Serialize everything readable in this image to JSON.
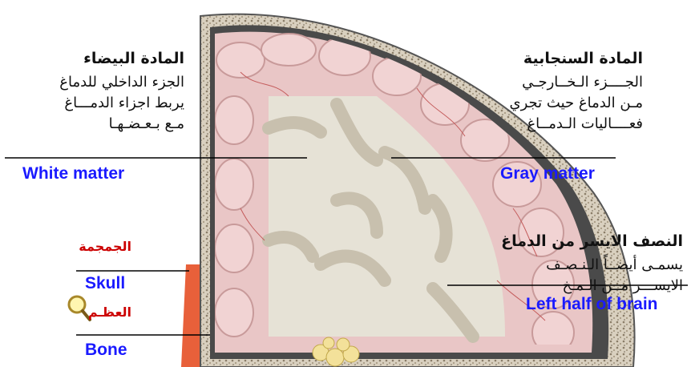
{
  "white_matter": {
    "arabic_title": "المادة البيضاء",
    "arabic_lines": [
      "الجزء الداخلي للدماغ",
      "يربط اجزاء الدمـــاغ",
      "مـع بـعـضـهـا"
    ],
    "english": "White matter"
  },
  "gray_matter": {
    "arabic_title": "المادة السنجابية",
    "arabic_lines": [
      "الجــــزء الـخــارجـي",
      "مـن الدماغ حيث تجري",
      "فعــــاليات الـدمــاغ"
    ],
    "english": "Gray matter"
  },
  "left_half": {
    "arabic_title": "النصف الايسر من الدماغ",
    "arabic_lines": [
      "يسمـى أيضــاً الـنـصـف",
      "الايســـر مــن الـمـخ"
    ],
    "english": "Left half of brain"
  },
  "skull": {
    "arabic": "الجمجمة",
    "english": "Skull"
  },
  "bone": {
    "arabic": "العظـم",
    "english": "Bone"
  },
  "colors": {
    "english_label": "#1a1aff",
    "arabic_red": "#cc0000"
  },
  "icons": {
    "magnifier": "magnifier-icon"
  }
}
